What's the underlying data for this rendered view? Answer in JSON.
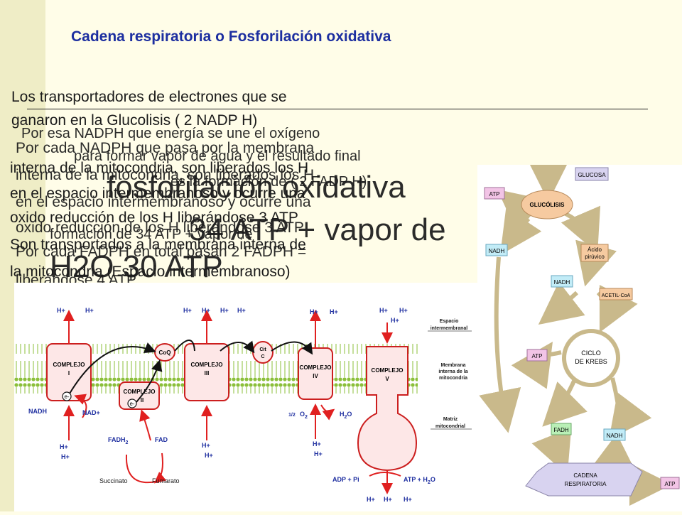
{
  "title": "Cadena respiratoria o Fosforilación oxidativa",
  "layer_a": [
    "Los transportadores de electrones que se",
    "ganaron en la    Glucolisis      ( 2 NADP H)",
    "interna de la mitocondria, son liberados los H",
    "en el espacio intermembranoso y ocurre una",
    "oxido reducción de los H liberándose   3 ATP",
    "Son transportados a la membrana interna de",
    "la mitocondria (Espacio intermembranoso)"
  ],
  "layer_b": [
    "Por cada NADPH que pasa por la membrana",
    "interna de la mitocondria, son liberados los H",
    "en el espacio intermembranoso y ocurre una",
    "oxido reducción de los H liberándose   3 ATP",
    "Por cada FADPH en total pasan 2 FADPH =",
    "liberándose  4 ATP"
  ],
  "layer_c": [
    "Por esa NADPH que energía se une el oxígeno",
    "para formar vapor de agua y el resultado final",
    "es la formación de    ( 2 FADP H)",
    "formación de 34 ATP + vapor de"
  ],
  "layer_big": [
    "fosforilación oxidativa",
    "34 ATP + vapor de",
    "H2O   30 ATP"
  ],
  "chain": {
    "hplus": "H+",
    "complex1": [
      "COMPLEJO",
      "I"
    ],
    "complex2": [
      "COMPLEJO",
      "II"
    ],
    "complex3": [
      "COMPLEJO",
      "III"
    ],
    "complex4": [
      "COMPLEJO",
      "IV"
    ],
    "complex5": [
      "COMPLEJO",
      "V"
    ],
    "coq": "CoQ",
    "cit": [
      "Cit",
      "C"
    ],
    "electron": "e-",
    "nadh": "NADH",
    "nad": "NAD+",
    "fadh2": "FADH",
    "fadh2_sub": "2",
    "fad": "FAD",
    "succinato": "Succinato",
    "fumarato": "Fumarato",
    "half": "1/2",
    "o2": "O",
    "o2_sub": "2",
    "h2o": "H",
    "h2o_sub": "2",
    "h2o_end": "O",
    "adp": "ADP + Pi",
    "atp_out": "ATP  + H",
    "atp_sub": "2",
    "atp_end": "O",
    "label_intermembrane": [
      "Espacio",
      "intermembranal"
    ],
    "label_membrane": [
      "Membrana",
      "interna de la",
      "mitocondria"
    ],
    "label_matrix": [
      "Matriz",
      "mitocondrial"
    ]
  },
  "flow": {
    "glucosa": "GLUCOSA",
    "atp": "ATP",
    "glucolisis": "GLUCÓLISIS",
    "nadh": "NADH",
    "acido": [
      "Ácido",
      "pirúvico"
    ],
    "acetil": "ACETIL-CoA",
    "krebs": [
      "CICLO",
      "DE KREBS"
    ],
    "fadh": "FADH",
    "cadena": [
      "CADENA",
      "RESPIRATORIA"
    ]
  },
  "colors": {
    "title": "#1d2fa0",
    "complex_fill": "#fde7e7",
    "complex_stroke": "#cc1f1f",
    "arrow_red": "#e02020",
    "label_blue": "#1f2fa0",
    "flow_box": "#d8d3f0",
    "flow_atp": "#f2c4e6",
    "flow_nadh": "#c2ecf7",
    "flow_pink": "#f6caa0",
    "flow_fadh": "#b9efb6",
    "flow_arrow": "#c9b98b"
  }
}
